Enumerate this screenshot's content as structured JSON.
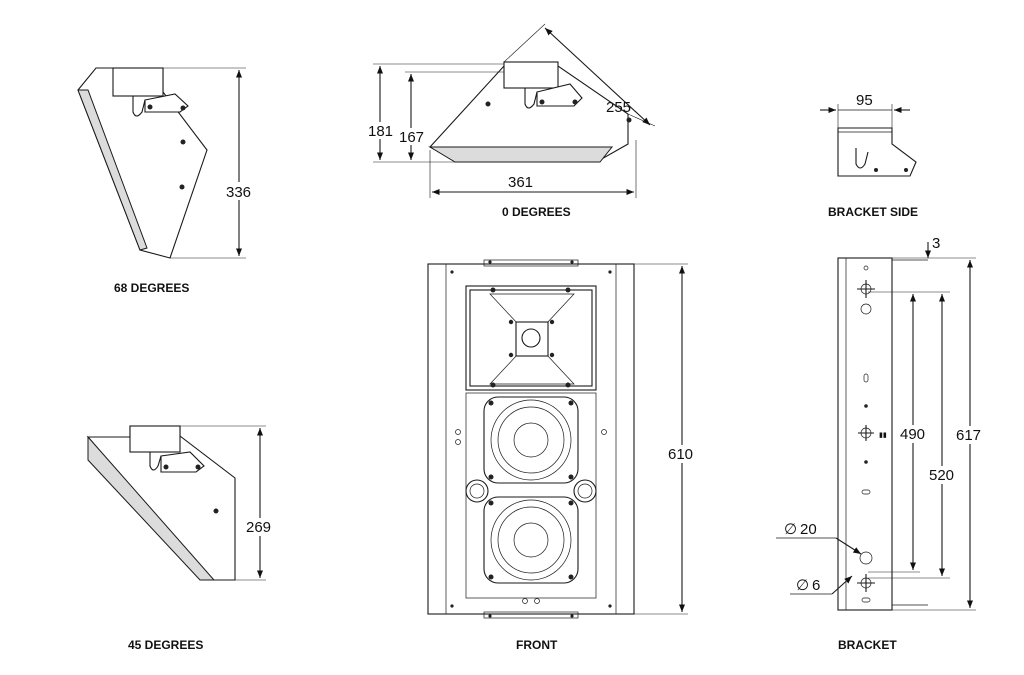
{
  "views": {
    "deg68": {
      "caption": "68 DEGREES",
      "height": "336"
    },
    "deg0": {
      "caption": "0 DEGREES",
      "height_outer": "181",
      "height_inner": "167",
      "width": "361",
      "depth": "255"
    },
    "bracket_side": {
      "caption": "BRACKET SIDE",
      "width": "95"
    },
    "deg45": {
      "caption": "45 DEGREES",
      "height": "269"
    },
    "front": {
      "caption": "FRONT",
      "height": "610"
    },
    "bracket": {
      "caption": "BRACKET",
      "offset": "3",
      "inner_spacing": "490",
      "outer_spacing": "520",
      "height": "617",
      "hole_large": "20",
      "hole_small": "6"
    }
  },
  "symbols": {
    "diameter": "∅"
  }
}
